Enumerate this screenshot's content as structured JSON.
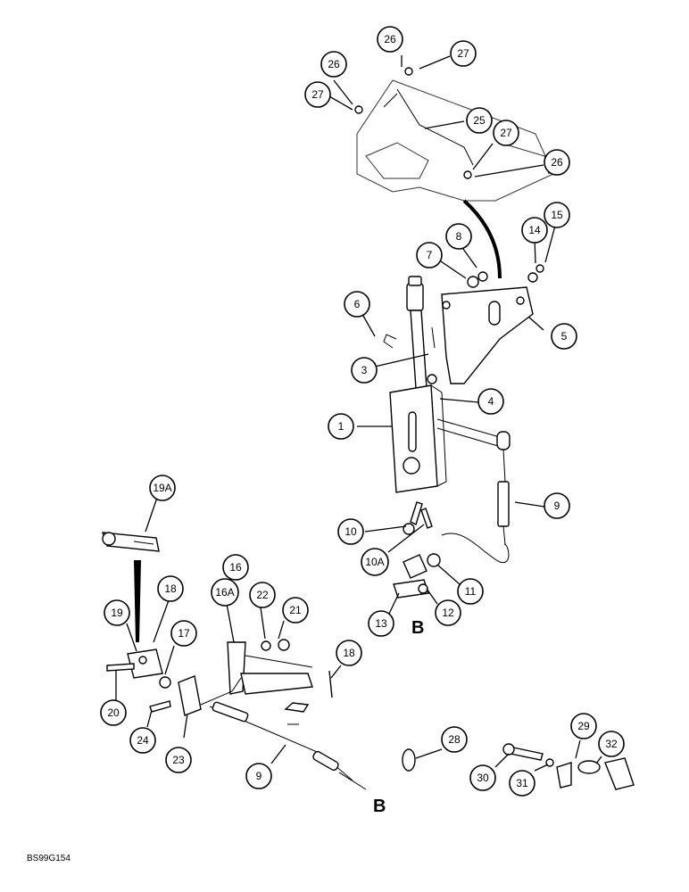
{
  "figure_code": "BS99G154",
  "section_letter": "B",
  "callouts": [
    {
      "id": "c26a",
      "label": "26"
    },
    {
      "id": "c27a",
      "label": "27"
    },
    {
      "id": "c26b",
      "label": "26"
    },
    {
      "id": "c27b",
      "label": "27"
    },
    {
      "id": "c25",
      "label": "25"
    },
    {
      "id": "c27c",
      "label": "27"
    },
    {
      "id": "c26c",
      "label": "26"
    },
    {
      "id": "c8",
      "label": "8"
    },
    {
      "id": "c7",
      "label": "7"
    },
    {
      "id": "c14",
      "label": "14"
    },
    {
      "id": "c15",
      "label": "15"
    },
    {
      "id": "c6",
      "label": "6"
    },
    {
      "id": "c5",
      "label": "5"
    },
    {
      "id": "c3",
      "label": "3"
    },
    {
      "id": "c4",
      "label": "4"
    },
    {
      "id": "c1",
      "label": "1"
    },
    {
      "id": "c9a",
      "label": "9"
    },
    {
      "id": "c19A",
      "label": "19A"
    },
    {
      "id": "c10",
      "label": "10"
    },
    {
      "id": "c10A",
      "label": "10A"
    },
    {
      "id": "c11",
      "label": "11"
    },
    {
      "id": "c16",
      "label": "16"
    },
    {
      "id": "c16A",
      "label": "16A"
    },
    {
      "id": "c18a",
      "label": "18"
    },
    {
      "id": "c19",
      "label": "19"
    },
    {
      "id": "c22",
      "label": "22"
    },
    {
      "id": "c21",
      "label": "21"
    },
    {
      "id": "c12",
      "label": "12"
    },
    {
      "id": "c13",
      "label": "13"
    },
    {
      "id": "c17",
      "label": "17"
    },
    {
      "id": "c18b",
      "label": "18"
    },
    {
      "id": "c20",
      "label": "20"
    },
    {
      "id": "c24",
      "label": "24"
    },
    {
      "id": "c23",
      "label": "23"
    },
    {
      "id": "c28",
      "label": "28"
    },
    {
      "id": "c29",
      "label": "29"
    },
    {
      "id": "c32",
      "label": "32"
    },
    {
      "id": "c9b",
      "label": "9"
    },
    {
      "id": "c30",
      "label": "30"
    },
    {
      "id": "c31",
      "label": "31"
    }
  ]
}
